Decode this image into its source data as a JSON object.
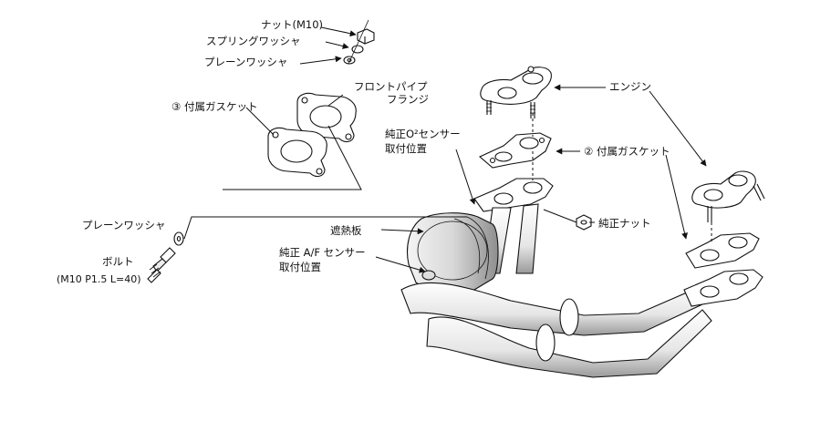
{
  "labels": {
    "nut": "ナット(M10)",
    "spring_washer": "スプリングワッシャ",
    "plain_washer_top": "プレーンワッシャ",
    "front_pipe_flange_line1": "フロントパイプ",
    "front_pipe_flange_line2": "フランジ",
    "gasket3": "③ 付属ガスケット",
    "o2_sensor_line1": "純正O²センサー",
    "o2_sensor_line2": "取付位置",
    "engine": "エンジン",
    "gasket2": "② 付属ガスケット",
    "stock_nut": "純正ナット",
    "plain_washer_left": "プレーンワッシャ",
    "heat_shield": "遮熱板",
    "af_sensor_line1": "純正 A/F センサー",
    "af_sensor_line2": "取付位置",
    "bolt_line1": "ボルト",
    "bolt_line2": "(M10 P1.5 L=40)"
  },
  "colors": {
    "line": "#111111",
    "fill": "#ffffff",
    "shade": "#cfcfcf"
  }
}
